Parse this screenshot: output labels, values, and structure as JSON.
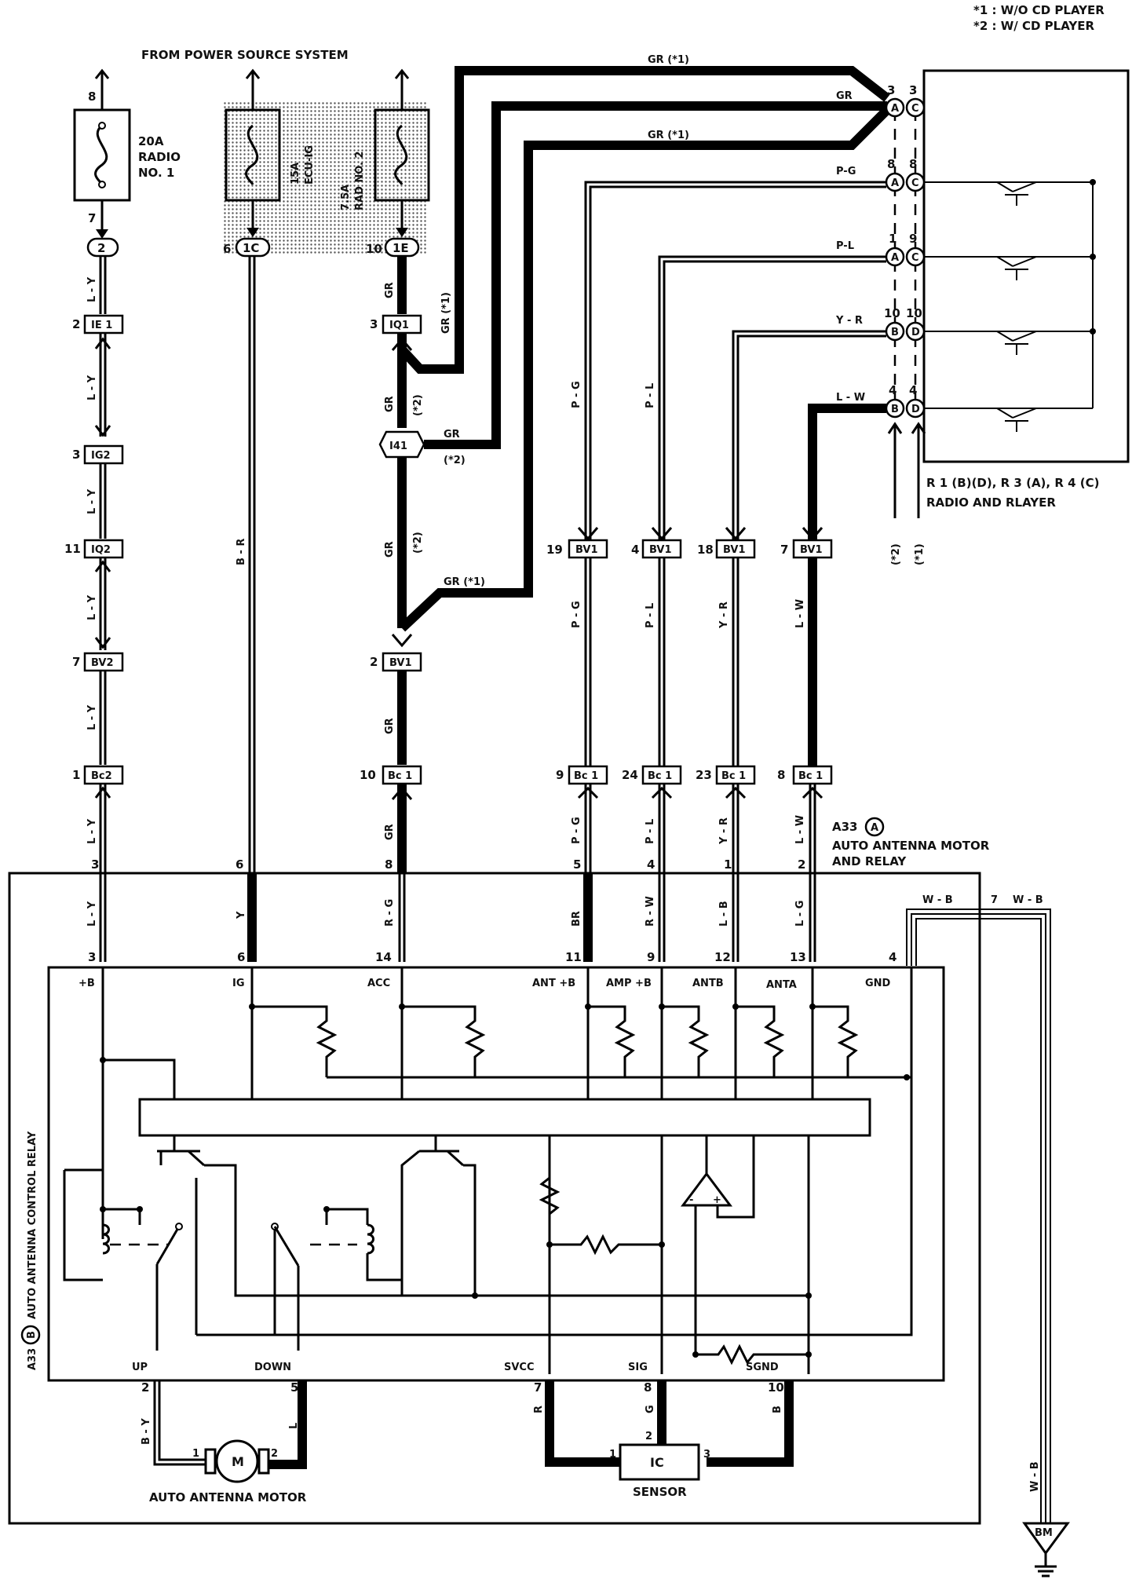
{
  "notes": [
    "*1 : W/O CD PLAYER",
    "*2 : W/ CD PLAYER"
  ],
  "header": "FROM POWER SOURCE SYSTEM",
  "fuses": [
    {
      "amp": "20A",
      "name1": "RADIO",
      "name2": "NO. 1",
      "pin_in": "8",
      "pin_out": "7"
    },
    {
      "amp": "15A",
      "name1": "ECU-IG"
    },
    {
      "amp": "7.5A",
      "name1": "RAD NO. 2"
    }
  ],
  "connectors": {
    "c2": "2",
    "c1C_pin": "6",
    "c1C": "1C",
    "c1E_pin": "10",
    "c1E": "1E",
    "IE1_pin": "2",
    "IE1": "IE 1",
    "IG2_pin": "3",
    "IG2": "IG2",
    "IQ2_pin": "11",
    "IQ2": "IQ2",
    "BV2_pin": "7",
    "BV2": "BV2",
    "Bc2_pin": "1",
    "Bc2": "Bc2",
    "IQ1_pin": "3",
    "IQ1": "IQ1",
    "I41": "I41",
    "BV1a_pin": "2",
    "BV1": "BV1",
    "Bc1a_pin": "10",
    "Bc1": "Bc 1",
    "BV1b_pin": "19",
    "BV1c_pin": "4",
    "BV1d_pin": "18",
    "BV1e_pin": "7",
    "Bc1b_pin": "9",
    "Bc1c_pin": "24",
    "Bc1d_pin": "23",
    "Bc1e_pin": "8"
  },
  "wires": {
    "LY": "L - Y",
    "BR": "B - R",
    "GR": "GR",
    "GR1": "GR (*1)",
    "GR2": "(*2)",
    "PG": "P - G",
    "PL": "P - L",
    "YR": "Y - R",
    "LW": "L - W",
    "PGh": "P-G",
    "PLh": "P-L",
    "Y": "Y",
    "RG": "R - G",
    "BRw": "BR",
    "RW": "R - W",
    "LB": "L - B",
    "LG": "L - G",
    "WB": "W - B",
    "Bw": "B",
    "R": "R",
    "G": "G",
    "L": "L",
    "BY": "B - Y"
  },
  "radio": {
    "label": "R 1 (B)(D), R 3 (A), R 4 (C)",
    "sub": "RADIO AND RLAYER",
    "pins": [
      {
        "l": "3",
        "r": "3",
        "lc": "A",
        "rc": "C"
      },
      {
        "l": "8",
        "r": "8",
        "lc": "A",
        "rc": "C"
      },
      {
        "l": "1",
        "r": "9",
        "lc": "A",
        "rc": "C"
      },
      {
        "l": "10",
        "r": "10",
        "lc": "B",
        "rc": "D"
      },
      {
        "l": "4",
        "r": "4",
        "lc": "B",
        "rc": "D"
      }
    ],
    "star2": "(*2)",
    "star1": "(*1)"
  },
  "relay_upper": {
    "code": "A33",
    "code_letter": "A",
    "name1": "AUTO ANTENNA MOTOR",
    "name2": "AND RELAY",
    "pins_top": [
      "3",
      "6",
      "8",
      "5",
      "4",
      "1",
      "2"
    ],
    "pin_gnd": "7"
  },
  "relay_lower": {
    "code": "A33",
    "code_letter": "B",
    "name": "AUTO ANTENNA CONTROL RELAY",
    "pins": [
      "3",
      "6",
      "14",
      "11",
      "9",
      "12",
      "13",
      "4"
    ],
    "terms": [
      "+B",
      "IG",
      "ACC",
      "ANT +B",
      "AMP +B",
      "ANTB",
      "ANTA",
      "GND"
    ],
    "bottom_terms": [
      "UP",
      "DOWN",
      "SVCC",
      "SIG",
      "SGND"
    ],
    "bottom_pins": [
      "2",
      "5",
      "7",
      "8",
      "10"
    ]
  },
  "motor": {
    "label": "AUTO ANTENNA MOTOR",
    "symbol": "M",
    "pin1": "1",
    "pin2": "2"
  },
  "sensor": {
    "label": "SENSOR",
    "symbol": "IC",
    "pin1": "1",
    "pin2": "2",
    "pin3": "3"
  },
  "ground": {
    "label": "BM"
  },
  "amp_symbol": {
    "minus": "-",
    "plus": "+"
  }
}
